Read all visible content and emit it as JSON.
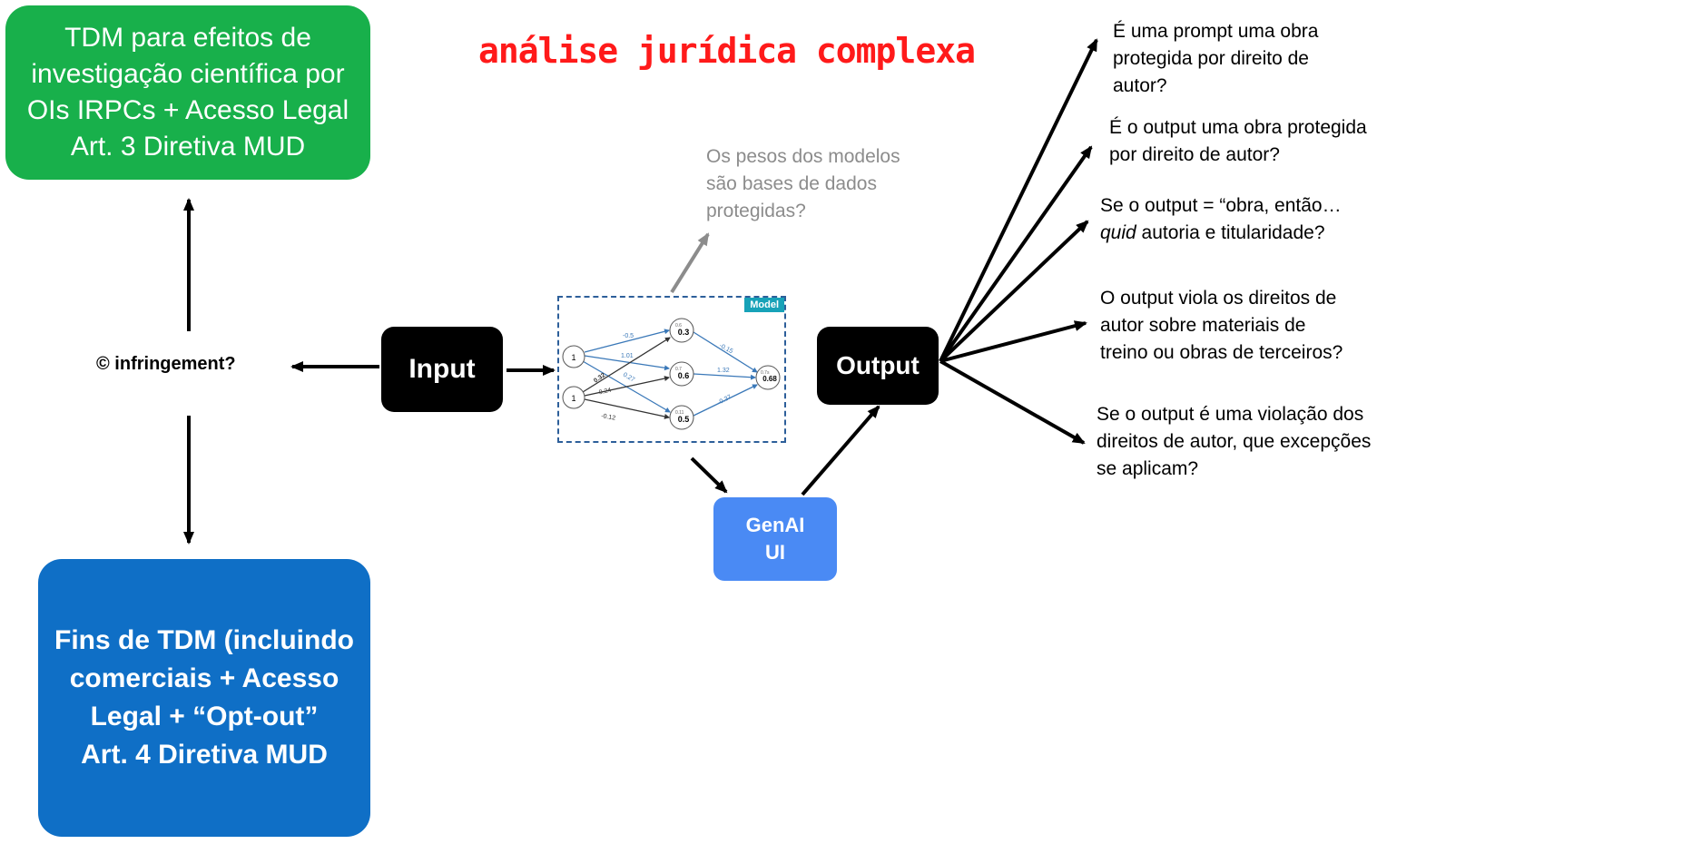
{
  "title": "análise jurídica complexa",
  "green_box": {
    "lines": [
      "TDM para efeitos de",
      "investigação científica por",
      "OIs IRPCs + Acesso Legal",
      "Art. 3 Diretiva MUD"
    ]
  },
  "blue_box": {
    "lines": [
      "Fins de TDM (incluindo",
      "comerciais + Acesso",
      "Legal + “Opt-out”",
      "Art. 4 Diretiva MUD"
    ]
  },
  "infringement_label": "© infringement?",
  "input_label": "Input",
  "output_label": "Output",
  "genai": {
    "line1": "GenAI",
    "line2": "UI"
  },
  "weights_question": {
    "lines": [
      "Os pesos dos modelos",
      "são bases de dados",
      "protegidas?"
    ]
  },
  "model_figure": {
    "tag": "Model",
    "nodes": {
      "in1": "1",
      "in2": "1",
      "h1_value": "0.3",
      "h1_pre": "0.6",
      "h2_value": "0.6",
      "h2_pre": "0.7",
      "h3_value": "0.5",
      "h3_pre": "0.11",
      "out_value": "0.68",
      "out_pre": "0.7s"
    },
    "weights": [
      "-0.5",
      "1.01",
      "0.32",
      "0.27",
      "-0.24",
      "-0.12",
      "-0.15",
      "1.32",
      "-0.37"
    ]
  },
  "questions": {
    "q1": [
      "É uma prompt uma obra",
      "protegida por direito de",
      "autor?"
    ],
    "q2": [
      "É o output uma obra protegida",
      "por direito de autor?"
    ],
    "q3": {
      "line1": "Se o output = “obra, então…",
      "italic": "quid",
      "line2_rest": " autoria e titularidade?"
    },
    "q4": [
      "O output viola os direitos de",
      "autor sobre materiais de",
      "treino ou obras de terceiros?"
    ],
    "q5": [
      "Se o output é uma violação dos",
      "direitos de autor, que excepções",
      "se aplicam?"
    ]
  },
  "colors": {
    "title": "#ff1a1a",
    "green_box": "#18b04b",
    "blue_box": "#0f6fc6",
    "genai_box": "#4a8af4",
    "weights_text": "#8c8c8c",
    "model_border": "#2d5f9a",
    "model_tag": "#17a2b8"
  }
}
